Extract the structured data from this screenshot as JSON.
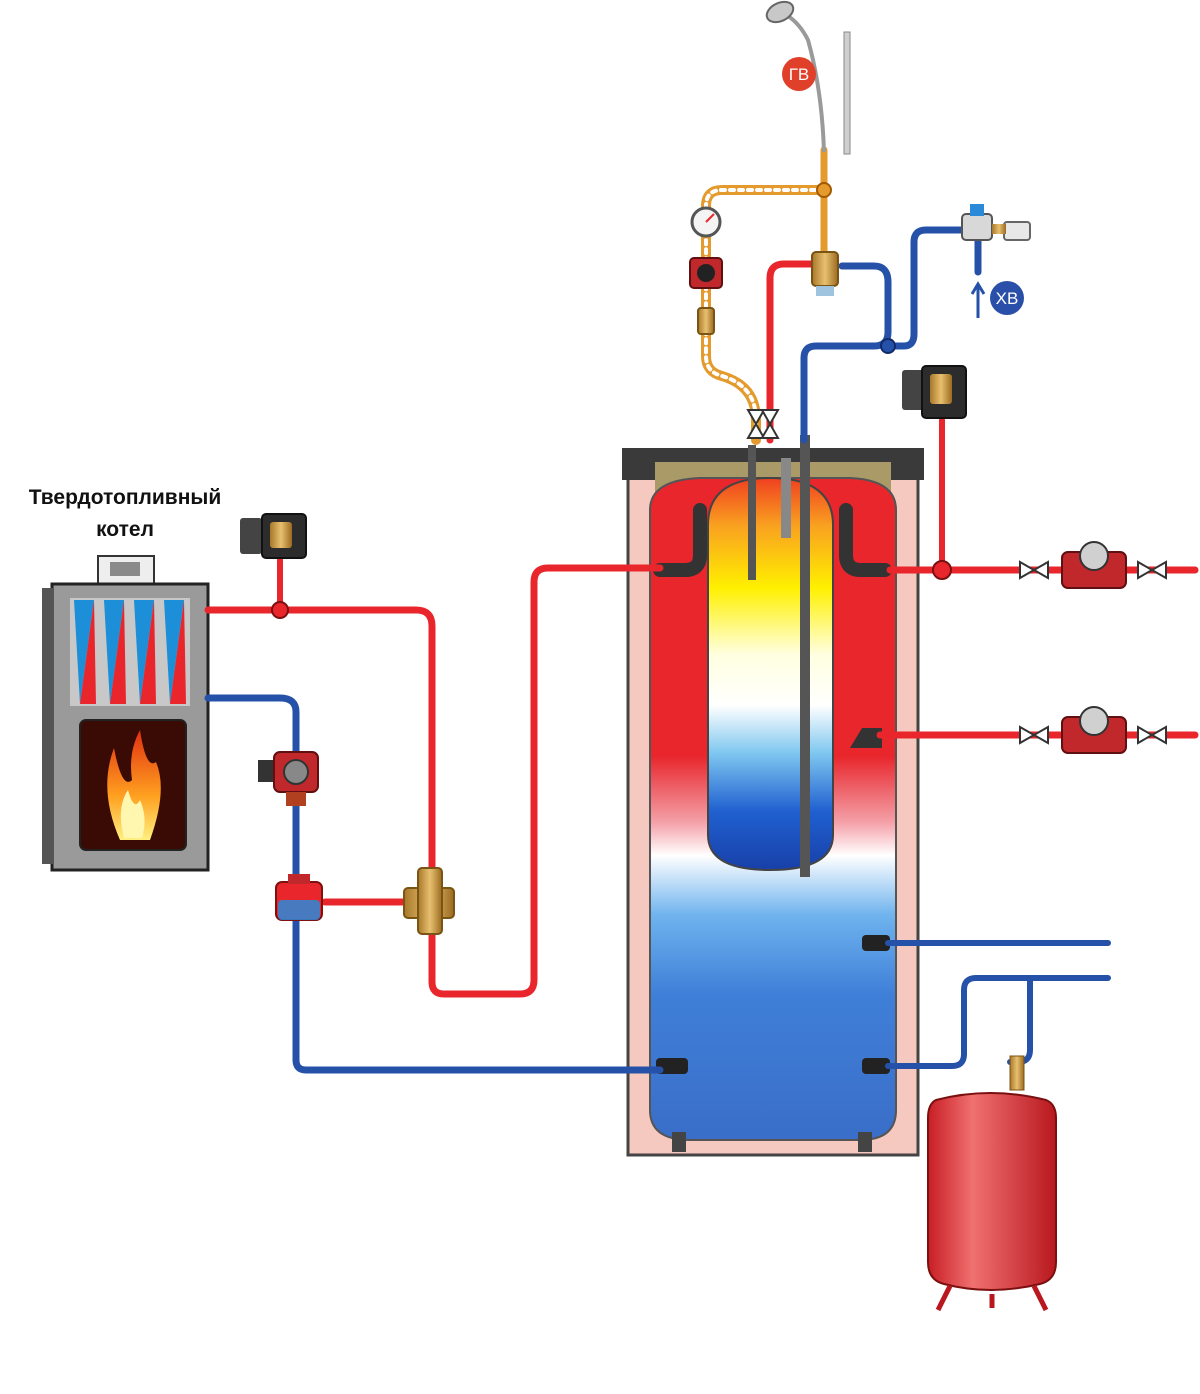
{
  "boiler": {
    "title_line1": "Твердотопливный",
    "title_line2": "котел"
  },
  "badges": {
    "hot_water": "ГВ",
    "cold_water": "ХВ"
  },
  "colors": {
    "hot_pipe": "#e8262c",
    "cold_pipe": "#2552a8",
    "insulated_pipe": "#e49a2c",
    "tank_insulation": "#f6c9c0",
    "expansion_tank": "#e03a3a",
    "boiler_body": "#9a9a9a",
    "badge_hot": "#e0402a",
    "badge_cold": "#2a4fa8"
  }
}
